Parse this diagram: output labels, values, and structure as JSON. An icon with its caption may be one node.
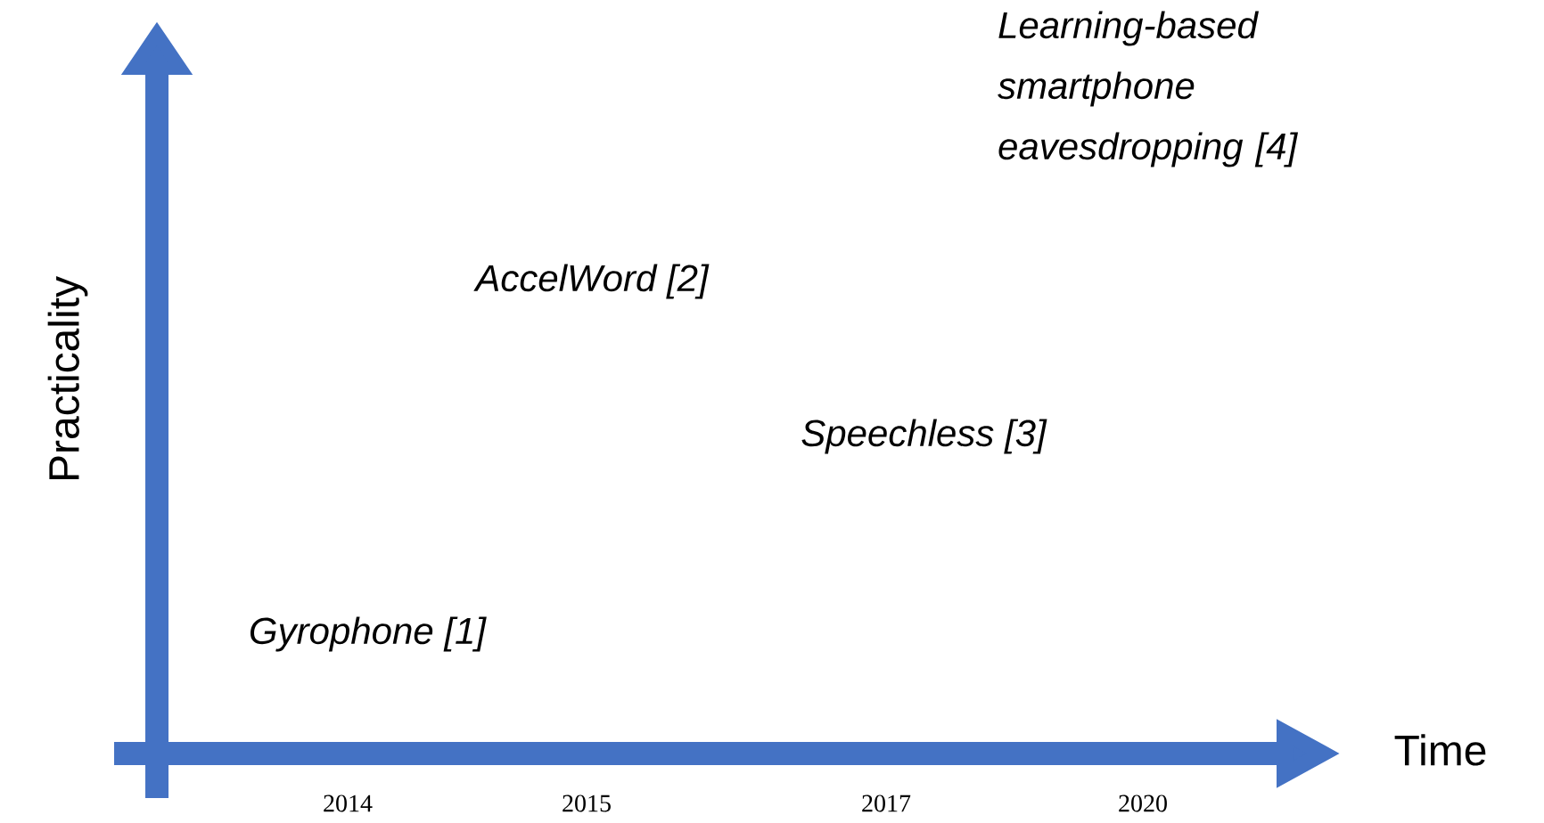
{
  "diagram": {
    "labels": [
      "Learning-based smartphone eavesdropping [4]",
      "Practicality",
      "AccelWord [2]",
      "Speechless [3]",
      "Gyrophone [1]",
      "Time",
      "2014",
      "2015",
      "2017",
      "2020"
    ]
  }
}
